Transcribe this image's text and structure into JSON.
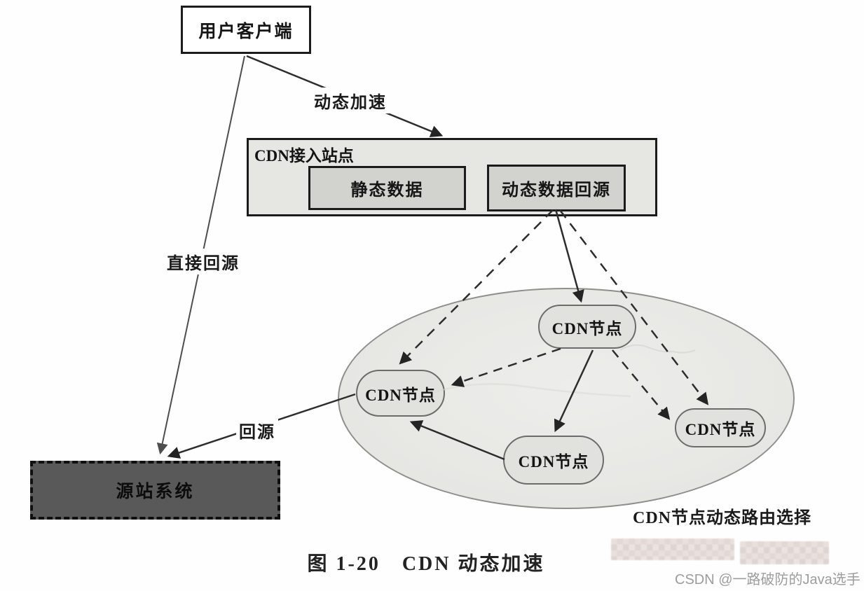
{
  "diagram": {
    "user_client": {
      "label": "用户客户端"
    },
    "cdn_site": {
      "title": "CDN接入站点",
      "static_box": "静态数据",
      "dynamic_box": "动态数据回源"
    },
    "origin": {
      "label": "源站系统"
    },
    "cdn_nodes": [
      "CDN节点",
      "CDN节点",
      "CDN节点",
      "CDN节点"
    ],
    "cluster_label": "CDN节点动态路由选择",
    "edge_labels": {
      "dynamic_accel": "动态加速",
      "direct_back": "直接回源",
      "back_to_origin": "回源"
    }
  },
  "caption": "图 1-20　CDN 动态加速",
  "watermark": "CSDN @一路破防的Java选手",
  "colors": {
    "site_box_fill": "#e6e6e3",
    "inner_box_fill": "#d2d2cf",
    "ellipse_fill": "#e8e8e5",
    "node_fill": "#e1e1de",
    "origin_fill": "#595959",
    "line": "#2d2d2d",
    "watermark_text": "#9d9d9d"
  }
}
